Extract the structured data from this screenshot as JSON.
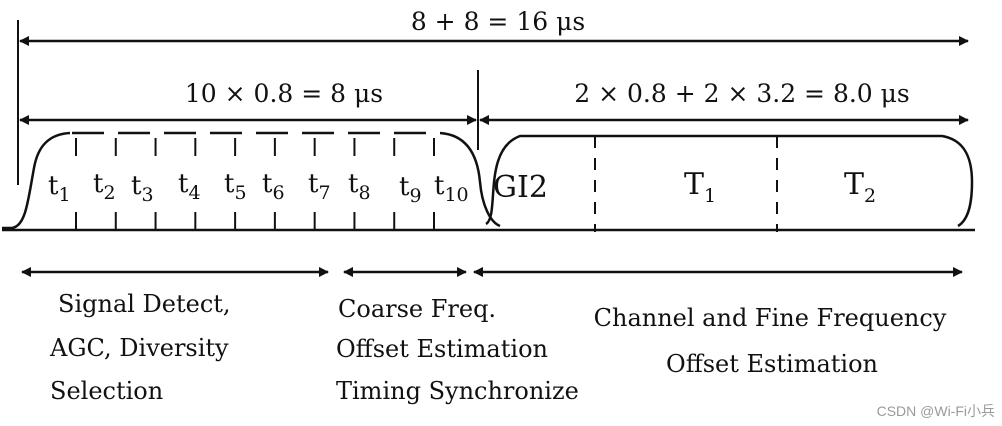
{
  "durations": {
    "total": "8 + 8 = 16 μs",
    "short": "10 × 0.8 = 8 μs",
    "long": "2 × 0.8 + 2 × 3.2 = 8.0 μs"
  },
  "short_symbols": [
    {
      "base": "t",
      "sub": "1"
    },
    {
      "base": "t",
      "sub": "2"
    },
    {
      "base": "t",
      "sub": "3"
    },
    {
      "base": "t",
      "sub": "4"
    },
    {
      "base": "t",
      "sub": "5"
    },
    {
      "base": "t",
      "sub": "6"
    },
    {
      "base": "t",
      "sub": "7"
    },
    {
      "base": "t",
      "sub": "8"
    },
    {
      "base": "t",
      "sub": "9"
    },
    {
      "base": "t",
      "sub": "10"
    }
  ],
  "long_fields": {
    "guard": "GI2",
    "t1_base": "T",
    "t1_sub": "1",
    "t2_base": "T",
    "t2_sub": "2"
  },
  "functions": {
    "detect": [
      "Signal Detect,",
      "AGC, Diversity",
      "Selection"
    ],
    "coarse": [
      "Coarse Freq.",
      "Offset Estimation",
      "Timing Synchronize"
    ],
    "channel": [
      "Channel and Fine Frequency",
      "Offset Estimation"
    ]
  },
  "watermark": "CSDN @Wi-Fi小兵"
}
